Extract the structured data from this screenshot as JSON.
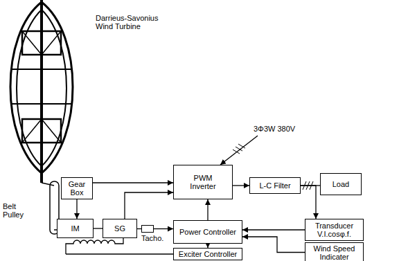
{
  "diagram": {
    "nodes": [
      {
        "text": [
          "Gear Box"
        ]
      },
      {
        "text": [
          "PWM Inverter"
        ]
      },
      {
        "text": [
          "L-C Filter"
        ]
      },
      {
        "text": [
          "Load"
        ]
      },
      {
        "text": [
          "IM"
        ]
      },
      {
        "text": [
          "SG"
        ]
      },
      {
        "text": [
          "Tacho."
        ]
      },
      {
        "text": [
          "Power Controller"
        ]
      },
      {
        "text": [
          "Transducer",
          "V.I.cosφ.f."
        ]
      },
      {
        "text": [
          "Exciter Controller"
        ]
      },
      {
        "text": [
          "Wind Speed Indicater"
        ]
      }
    ],
    "edges": [
      {
        "from": 0,
        "to": 4,
        "arrow": "to"
      },
      {
        "from": 0,
        "to": 1,
        "arrow": "to"
      },
      {
        "from": 5,
        "to": 1,
        "arrow": "to"
      },
      {
        "from": 4,
        "to": 5,
        "arrow": "none"
      },
      {
        "from": 5,
        "to": 6,
        "arrow": "none"
      },
      {
        "from": 1,
        "to": 2,
        "arrow": "to"
      },
      {
        "from": 2,
        "to": 3,
        "arrow": "none"
      },
      {
        "from": 2,
        "to": 8,
        "arrow": "to"
      },
      {
        "from": 8,
        "to": 7,
        "arrow": "to"
      },
      {
        "from": 10,
        "to": 7,
        "arrow": "to"
      },
      {
        "from": 6,
        "to": 7,
        "arrow": "to"
      },
      {
        "from": 7,
        "to": 1,
        "arrow": "to"
      },
      {
        "from": 7,
        "to": 9,
        "arrow": "to"
      }
    ],
    "labels": [
      "Darrieus-Savonius Wind Turbine",
      "Belt Pulley",
      "3Φ3W 380V"
    ]
  }
}
